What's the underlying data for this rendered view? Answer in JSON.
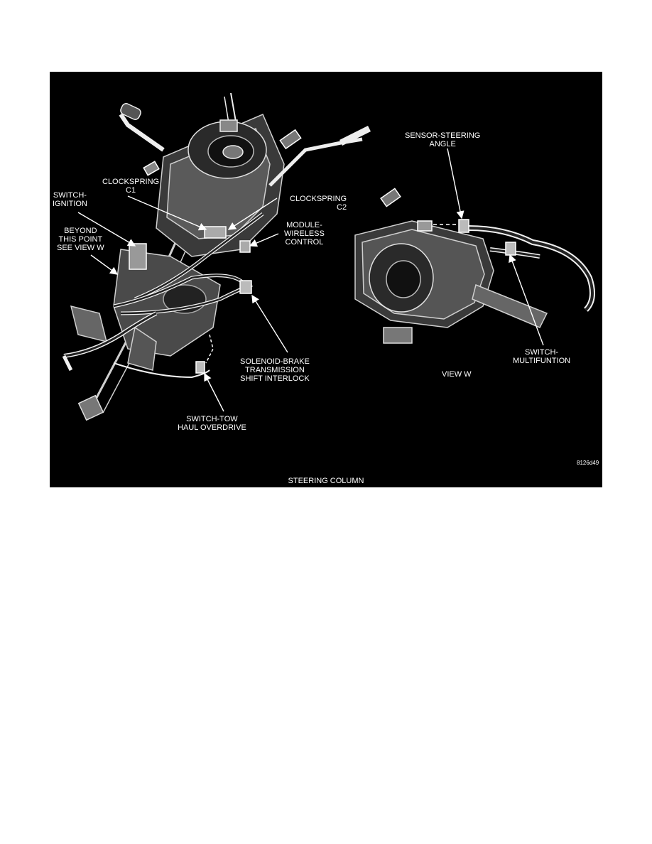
{
  "figure": {
    "caption": "STEERING COLUMN",
    "figure_code": "8126d49",
    "labels": {
      "switch_ignition": [
        "SWITCH-",
        "IGNITION"
      ],
      "clockspring_c1": [
        "CLOCKSPRING",
        "C1"
      ],
      "clockspring_c2": [
        "CLOCKSPRING",
        "C2"
      ],
      "beyond_this_point": [
        "BEYOND",
        "THIS POINT",
        "SEE VIEW W"
      ],
      "module_wireless_control": [
        "MODULE-",
        "WIRELESS",
        "CONTROL"
      ],
      "solenoid_brake": [
        "SOLENOID-BRAKE",
        "TRANSMISSION",
        "SHIFT INTERLOCK"
      ],
      "switch_tow_haul": [
        "SWITCH-TOW",
        "HAUL OVERDRIVE"
      ],
      "sensor_steering_angle": [
        "SENSOR-STEERING",
        "ANGLE"
      ],
      "switch_multifunction": [
        "SWITCH-",
        "MULTIFUNTION"
      ],
      "view_w": "VIEW W"
    },
    "colors": {
      "panel": "#000000",
      "ink": "#ffffff",
      "page": "#ffffff"
    }
  }
}
